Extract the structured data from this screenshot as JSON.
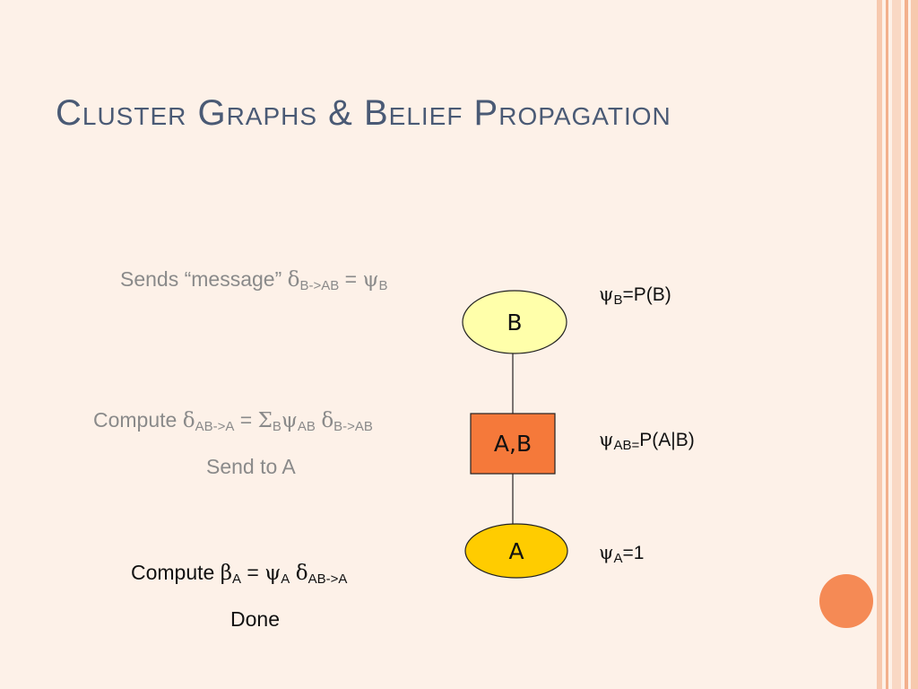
{
  "title": "Cluster Graphs & Belief Propagation",
  "steps": {
    "send_message": {
      "text": "Sends “message”",
      "delta": "δ",
      "delta_sub": "B->AB",
      "eq": "=",
      "psi": "ψ",
      "psi_sub": "B"
    },
    "compute_ab": {
      "text": "Compute",
      "delta": "δ",
      "delta_sub": "AB->A",
      "eq": "=",
      "sigma": "Σ",
      "sigma_sub": "B",
      "psi": "ψ",
      "psi_sub": "AB",
      "delta2": "δ",
      "delta2_sub": "B->AB"
    },
    "send_to_a": "Send to A",
    "compute_a": {
      "text": "Compute",
      "beta": "β",
      "beta_sub": "A",
      "eq": "=",
      "psi": "ψ",
      "psi_sub": "A",
      "delta": "δ",
      "delta_sub": "AB->A"
    },
    "done": "Done"
  },
  "nodes": {
    "b": {
      "label": "B",
      "shape": "ellipse",
      "fill": "#ffffaa"
    },
    "ab": {
      "label": "A,B",
      "shape": "rect",
      "fill": "#f5793a"
    },
    "a": {
      "label": "A",
      "shape": "ellipse",
      "fill": "#ffcc00"
    }
  },
  "potentials": {
    "b": {
      "psi": "ψ",
      "sub": "B",
      "value": "=P(B)"
    },
    "ab": {
      "psi": "ψ",
      "sub": "AB=",
      "value": "P(A|B)"
    },
    "a": {
      "psi": "ψ",
      "sub": "A",
      "value": "=1"
    }
  },
  "colors": {
    "background": "#fdf1e8",
    "title": "#4a5a75",
    "gray_text": "#8a8a8a",
    "accent_circle": "#f58a55"
  }
}
